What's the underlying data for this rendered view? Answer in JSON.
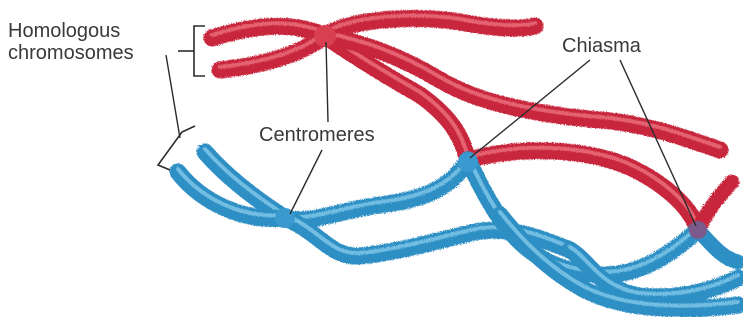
{
  "labels": {
    "homologous_line1": "Homologous",
    "homologous_line2": "chromosomes",
    "centromeres": "Centromeres",
    "chiasma": "Chiasma"
  },
  "colors": {
    "red_chromosome": "#c8283c",
    "red_highlight": "#ef7a88",
    "blue_chromosome": "#2f8fc4",
    "blue_highlight": "#8fd0ef",
    "leader_line": "#2b2b2b"
  }
}
